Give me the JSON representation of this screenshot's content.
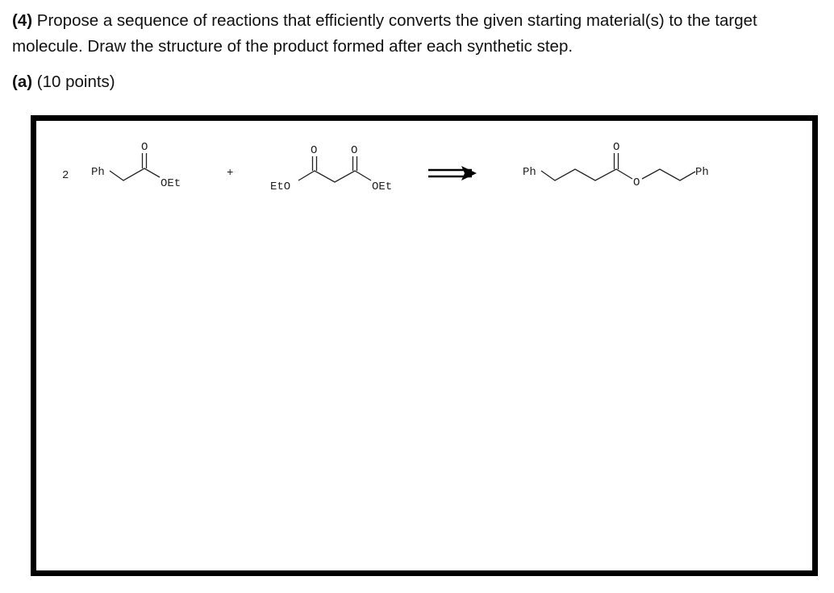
{
  "question": {
    "number": "(4)",
    "text": "Propose a sequence of reactions that efficiently converts the given starting material(s) to the target molecule. Draw the structure of the product formed after each synthetic step."
  },
  "part": {
    "letter": "(a)",
    "points": "(10 points)"
  },
  "scheme": {
    "coefficient": "2",
    "plus": "+",
    "reactant1": {
      "ph": "Ph",
      "carbonyl_o": "O",
      "oet": "OEt"
    },
    "reactant2": {
      "eto": "EtO",
      "carbonyl_o1": "O",
      "carbonyl_o2": "O",
      "oet": "OEt"
    },
    "product": {
      "ph_left": "Ph",
      "carbonyl_o": "O",
      "ester_o": "O",
      "ph_right": "Ph"
    }
  }
}
